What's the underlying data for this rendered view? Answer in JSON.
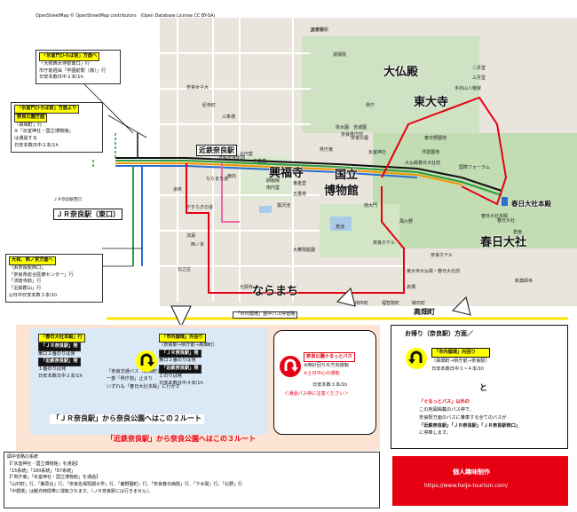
{
  "attribution": "OpenStreetMap © OpenStreetMap contributors　(Open Database License CC BY-SA)",
  "landmarks": {
    "daibutsuden": "大仏殿",
    "todaiji": "東大寺",
    "kofukuji": "興福寺",
    "national_museum_1": "国立",
    "national_museum_2": "博物館",
    "kasuga_honden": "春日大社本殿",
    "kasuga_taisha": "春日大社",
    "naramachi": "ならまち",
    "kintetsu_station": "近鉄奈良駅",
    "jr_station": "ＪＲ奈良駅（東口）",
    "takabatake": "高畑町",
    "jr_west_label": "ＪＲ奈良駅西口"
  },
  "map_labels": [
    "正倉院",
    "戒壇院",
    "手向山八幡宮",
    "二月堂",
    "三月堂",
    "氷室神社",
    "依水園",
    "吉城園",
    "県庁",
    "奈良公園",
    "春日野園地",
    "浮雲園地",
    "国際フォーラム",
    "春日大社",
    "若宮",
    "東向",
    "餅飯殿",
    "猿沢池",
    "元興寺",
    "南大門",
    "飛火野",
    "荒池",
    "奈良ホテル",
    "大乗院庭園",
    "新薬師寺",
    "高畑",
    "中金堂",
    "東金堂",
    "五重塔",
    "北円堂",
    "南円堂",
    "県庁東",
    "東大寺大仏殿・春日大社前",
    "奈良県庁前",
    "大仏殿春日大社前",
    "春日大社本殿",
    "奈良ホテル",
    "破石町",
    "福智院町",
    "田中町",
    "紀寺町",
    "奈良女子大",
    "北之庄",
    "西ノ京",
    "法蓮",
    "京終",
    "三条通",
    "やすらぎの道",
    "ならまち通",
    "近鉄奈良駅前",
    "JR奈良駅"
  ],
  "boxes": {
    "top_left": {
      "title": "「氷室門ひろば前」方面へ",
      "lines": [
        "「大和西大寺駅南口」行",
        "市庁前経由「学園前駅（南）」行",
        "日安本数日中２本/1h"
      ]
    },
    "mid_left": {
      "title": "「氷室門ひろば前」方面より",
      "title2": "奈良公園方面",
      "lines": [
        "「高畑町」行",
        "※「氷室神社・国立博物館」",
        "は通過する",
        "日安本数日中２本/1h"
      ]
    },
    "south_left": {
      "title": "「JR奈良駅西口」",
      "title2": "「奈良県総合医療センター」行",
      "lines": [
        "「法隆寺前」行",
        "「近鉄郡山」行",
        "◎日中日安本数３本/1h"
      ],
      "header": "大和、西ノ京方面へ"
    }
  },
  "highway_label": "「市内循環」過中パス停省略",
  "panel_jr": {
    "box1_title": "「春日大社本殿」行",
    "box1_l1": "「ＪＲ奈良駅」発",
    "box1_l2": "東口２番のりば発",
    "box1_l3": "「近鉄奈良駅」発",
    "box1_l4": "１番のりば発",
    "box1_l5": "日安本数日中２本/1h",
    "box2_l1": "「奈良交通バス（高畑町）」行",
    "box2_l2": "一部「県庁前」止まり",
    "box2_l3": "いずれも「春日大社本殿」に行かず",
    "box3_title": "「市内循環」外回り",
    "box3_l1": "（奈良駅→県庁前→高畑町）",
    "box3_l2": "「ＪＲ奈良駅」発",
    "box3_l3": "東口２番のりば発",
    "box3_l4": "「近鉄奈良駅」発",
    "box3_l5": "１のりば発",
    "box3_l6": "日安本数日中４本/1h",
    "route_label_main": "「ＪＲ奈良駅」から奈良公園へはこの２ルート",
    "route_label_sub": "「近鉄奈良駅」から奈良公園へはこの３ルート"
  },
  "panel_gurutto": {
    "title": "奈良公園ぐるっとバス",
    "l1": "※時計回り片方向運転",
    "l2": "※土日中心の運転",
    "l3": "日安本数３本/1h",
    "l4": "＜通過バス停に注意ください＞"
  },
  "panel_return": {
    "header": "お帰り（奈良駅）方面／",
    "box_title": "「市内循環」内回り",
    "box_l1": "（高畑町→県庁前→奈良駅）",
    "box_l2": "日安本数日中３~４本/1h",
    "and": "と",
    "note_red": "「ぐるっとバス」以外の",
    "note_l2": "この地図掲載のバス停で、",
    "note_l3": "奈良駅方面のバスに乗車する全てのバスが",
    "note_l4": "「近鉄奈良駅」「ＪＲ奈良駅」「ＪＲ奈良駅西口」",
    "note_l5": "に停車します。"
  },
  "notes": {
    "title": "図中省略の系統",
    "l1": "【「氷室神社・国立博物館」を通過】",
    "l2": "「15系統」「180系統」「87系統」",
    "l3": "【「県庁東」「氷室神社・国立博物館」を通過】",
    "l4": "「山村町」行、「藤原台」行、「奈良佐保短期大学」行、「鹿野園町」行、「奈良春日病院」行、「下水間」行、「北野」行",
    "l5": "「中循環」は観光時間帯に運転されます。（ＪＲ奈良駅には行きません）。"
  },
  "credit": {
    "title": "個人趣味制作",
    "url": "https://www.heijo-tourism.com/"
  },
  "colors": {
    "accent_red": "#e60012",
    "yellow": "#ffff00",
    "panel_blue": "#dbe8f6",
    "panel_orange": "#fde3d3",
    "route_green": "#2e9c3a",
    "route_blue": "#2c6fcf",
    "route_orange": "#f29600",
    "route_pink": "#ec6aa8",
    "black": "#111111"
  }
}
